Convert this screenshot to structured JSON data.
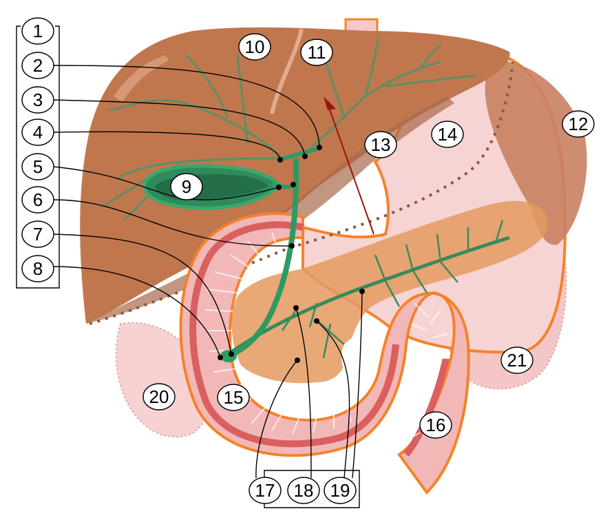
{
  "labels": [
    "1",
    "2",
    "3",
    "4",
    "5",
    "6",
    "7",
    "8",
    "9",
    "10",
    "11",
    "12",
    "13",
    "14",
    "15",
    "16",
    "17",
    "18",
    "19",
    "20",
    "21"
  ],
  "colors": {
    "liver": "#c0774e",
    "liver_dark": "#a86a4a",
    "gallbladder": "#2f8a5c",
    "bile_duct": "#2e9a62",
    "outline_orange": "#f5822a",
    "duodenum_wall": "#d9605f",
    "duodenum_inner": "#f2b8b8",
    "pancreas": "#e49a5f",
    "stomach_pink": "#f4c9c9",
    "spleen": "#c98160",
    "arrow": "#a01010"
  }
}
